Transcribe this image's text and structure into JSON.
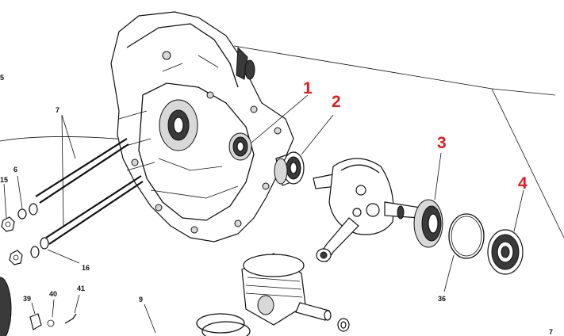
{
  "callouts": [
    {
      "id": "1",
      "label": "1"
    },
    {
      "id": "2",
      "label": "2"
    },
    {
      "id": "3",
      "label": "3"
    },
    {
      "id": "4",
      "label": "4"
    }
  ],
  "part_numbers": [
    {
      "id": "n5",
      "label": "5"
    },
    {
      "id": "n7a",
      "label": "7"
    },
    {
      "id": "n15",
      "label": "15"
    },
    {
      "id": "n6",
      "label": "6"
    },
    {
      "id": "n16",
      "label": "16"
    },
    {
      "id": "n39",
      "label": "39"
    },
    {
      "id": "n40",
      "label": "40"
    },
    {
      "id": "n41",
      "label": "41"
    },
    {
      "id": "n9",
      "label": "9"
    },
    {
      "id": "n36",
      "label": "36"
    },
    {
      "id": "n7b",
      "label": "7"
    }
  ],
  "colors": {
    "callout": "#e8191c",
    "ink": "#111111",
    "paper": "#ffffff"
  }
}
